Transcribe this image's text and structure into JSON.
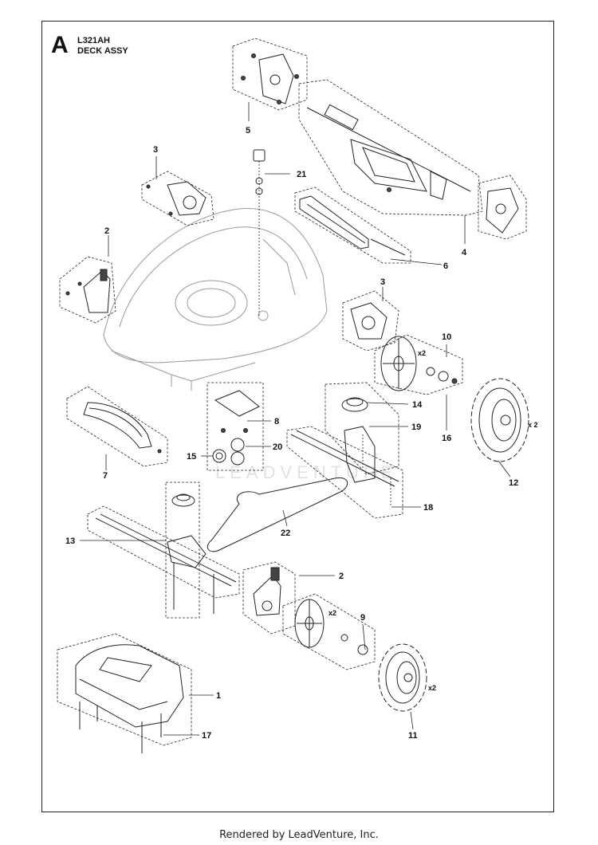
{
  "header": {
    "section_letter": "A",
    "model": "L321AH",
    "title": "DECK ASSY"
  },
  "watermark": "LEADVENTURE",
  "footer": "Rendered by LeadVenture, Inc.",
  "callouts": [
    {
      "id": "c1",
      "label": "1"
    },
    {
      "id": "c2a",
      "label": "2"
    },
    {
      "id": "c2b",
      "label": "2"
    },
    {
      "id": "c3a",
      "label": "3"
    },
    {
      "id": "c3b",
      "label": "3"
    },
    {
      "id": "c4",
      "label": "4"
    },
    {
      "id": "c5",
      "label": "5"
    },
    {
      "id": "c6",
      "label": "6"
    },
    {
      "id": "c7",
      "label": "7"
    },
    {
      "id": "c8",
      "label": "8"
    },
    {
      "id": "c9",
      "label": "9"
    },
    {
      "id": "c10",
      "label": "10"
    },
    {
      "id": "c11",
      "label": "11"
    },
    {
      "id": "c12",
      "label": "12"
    },
    {
      "id": "c13",
      "label": "13"
    },
    {
      "id": "c14",
      "label": "14"
    },
    {
      "id": "c15",
      "label": "15"
    },
    {
      "id": "c16",
      "label": "16"
    },
    {
      "id": "c17",
      "label": "17"
    },
    {
      "id": "c18",
      "label": "18"
    },
    {
      "id": "c19",
      "label": "19"
    },
    {
      "id": "c20",
      "label": "20"
    },
    {
      "id": "c21",
      "label": "21"
    },
    {
      "id": "c22",
      "label": "22"
    }
  ],
  "quantity_marks": {
    "wheel_12": "x 2",
    "hub_10": "x2",
    "hub_9": "x2",
    "wheel_11": "x2"
  }
}
